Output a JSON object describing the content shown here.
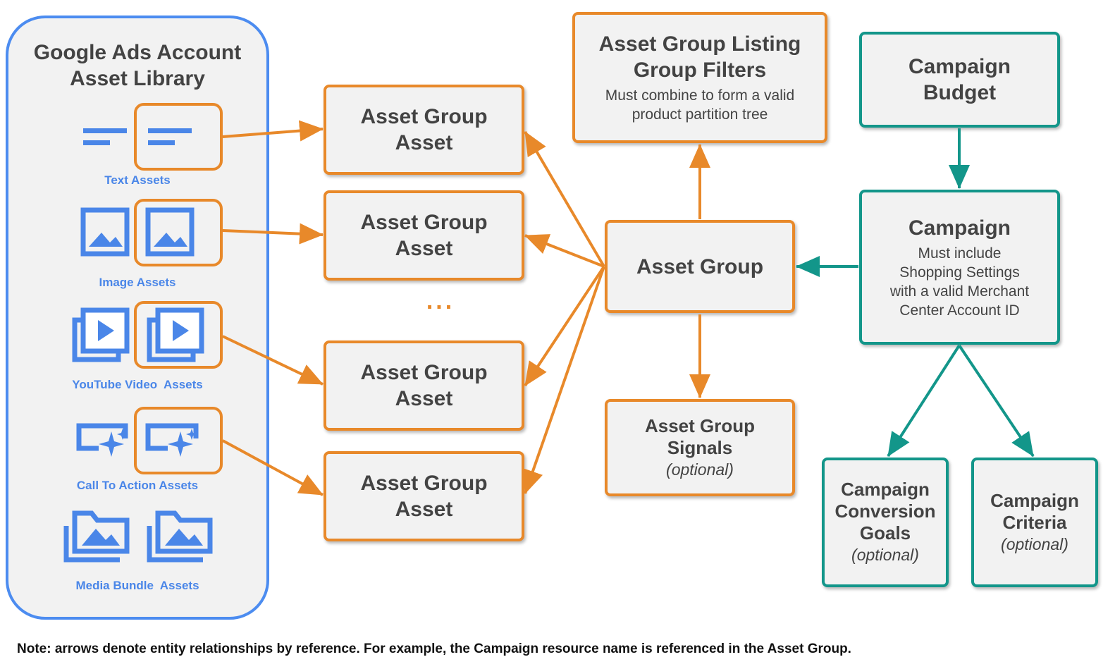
{
  "library": {
    "title_line1": "Google Ads Account",
    "title_line2": "Asset Library",
    "text_assets": "Text Assets",
    "image_assets": "Image Assets",
    "youtube_assets": "YouTube Video  Assets",
    "cta_assets": "Call To Action Assets",
    "media_bundle_assets": "Media Bundle  Assets"
  },
  "asset_group_assets": [
    {
      "line1": "Asset Group",
      "line2": "Asset"
    },
    {
      "line1": "Asset Group",
      "line2": "Asset"
    },
    {
      "line1": "Asset Group",
      "line2": "Asset"
    },
    {
      "line1": "Asset Group",
      "line2": "Asset"
    }
  ],
  "ellipsis": "...",
  "listing_filters": {
    "line1": "Asset Group Listing",
    "line2": "Group Filters",
    "desc1": "Must combine to form a valid",
    "desc2": "product partition tree"
  },
  "asset_group": {
    "label": "Asset Group"
  },
  "asset_group_signals": {
    "line1": "Asset Group",
    "line2": "Signals",
    "optional": "(optional)"
  },
  "campaign_budget": {
    "line1": "Campaign",
    "line2": "Budget"
  },
  "campaign": {
    "title": "Campaign",
    "desc1": "Must include",
    "desc2": "Shopping Settings",
    "desc3": "with a valid Merchant",
    "desc4": "Center Account ID"
  },
  "conversion_goals": {
    "line1": "Campaign",
    "line2": "Conversion",
    "line3": "Goals",
    "optional": "(optional)"
  },
  "campaign_criteria": {
    "line1": "Campaign",
    "line2": "Criteria",
    "optional": "(optional)"
  },
  "note": "Note: arrows denote entity relationships by reference. For example, the Campaign resource name is referenced in the Asset Group.",
  "colors": {
    "orange": "#e8892a",
    "teal": "#13968a",
    "blue": "#4a86e8",
    "box_fill": "#f2f2f2",
    "text": "#434343"
  },
  "icons": [
    "text-lines-icon",
    "image-icon",
    "video-library-icon",
    "call-to-action-icon",
    "media-folder-icon"
  ]
}
